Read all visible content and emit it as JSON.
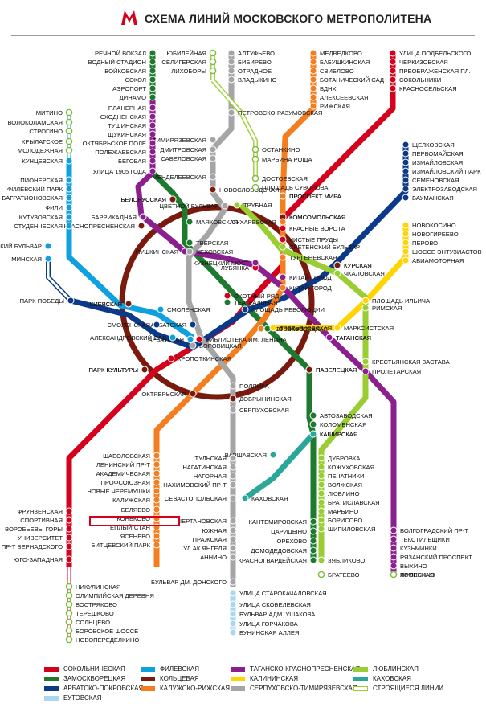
{
  "title": "СХЕМА ЛИНИЙ МОСКОВСКОГО МЕТРОПОЛИТЕНА",
  "lines": [
    {
      "name": "СОКОЛЬНИЧЕСКАЯ",
      "color": "#d5001c"
    },
    {
      "name": "ЗАМОСКВОРЕЦКАЯ",
      "color": "#1d7a2e"
    },
    {
      "name": "АРБАТСКО-ПОКРОВСКАЯ",
      "color": "#0b3a8a"
    },
    {
      "name": "ФИЛЕВСКАЯ",
      "color": "#0fa1de"
    },
    {
      "name": "КОЛЬЦЕВАЯ",
      "color": "#7a1a0e"
    },
    {
      "name": "КАЛУЖСКО-РИЖСКАЯ",
      "color": "#f47d1f"
    },
    {
      "name": "ТАГАНСКО-КРАСНОПРЕСНЕНСКАЯ",
      "color": "#8b1f8e"
    },
    {
      "name": "КАЛИНИНСКАЯ",
      "color": "#ffd400"
    },
    {
      "name": "СЕРПУХОВСКО-ТИМИРЯЗЕВСКАЯ",
      "color": "#a5a5a8"
    },
    {
      "name": "ЛЮБЛИНСКАЯ",
      "color": "#9acd32"
    },
    {
      "name": "КАХОВСКАЯ",
      "color": "#2ba79a"
    },
    {
      "name": "СТРОЯЩИЕСЯ ЛИНИИ",
      "color": "#ffffff"
    },
    {
      "name": "БУТОВСКАЯ",
      "color": "#a8d8ef"
    }
  ],
  "stations": {
    "sok": [
      "УЛИЦА ПОДБЕЛЬСКОГО",
      "ЧЕРКИЗОВСКАЯ",
      "ПРЕОБРАЖЕНСКАЯ ПЛ.",
      "СОКОЛЬНИКИ",
      "КРАСНОСЕЛЬСКАЯ",
      "КОМСОМОЛЬСКАЯ",
      "КРАСНЫЕ ВОРОТА",
      "ЧИСТЫЕ ПРУДЫ",
      "ЛУБЯНКА",
      "ОХОТНЫЙ РЯД",
      "БИБЛИОТЕКА ИМ. ЛЕНИНА",
      "КРОПОТКИНСКАЯ",
      "ПАРК КУЛЬТУРЫ",
      "ФРУНЗЕНСКАЯ",
      "СПОРТИВНАЯ",
      "ВОРОБЬЕВЫ ГОРЫ",
      "УНИВЕРСИТЕТ",
      "ПР-Т ВЕРНАДСКОГО",
      "ЮГО-ЗАПАДНАЯ"
    ],
    "zam": [
      "РЕЧНОЙ ВОКЗАЛ",
      "ВОДНЫЙ СТАДИОН",
      "ВОЙКОВСКАЯ",
      "СОКОЛ",
      "АЭРОПОРТ",
      "ДИНАМО",
      "БЕЛОРУССКАЯ",
      "МАЯКОВСКАЯ",
      "ТВЕРСКАЯ",
      "ТЕАТРАЛЬНАЯ",
      "НОВОКУЗНЕЦКАЯ",
      "ПАВЕЛЕЦКАЯ",
      "АВТОЗАВОДСКАЯ",
      "КОЛОМЕНСКАЯ",
      "КАШИРСКАЯ",
      "КАНТЕМИРОВСКАЯ",
      "ЦАРИЦЫНО",
      "ОРЕХОВО",
      "ДОМОДЕДОВСКАЯ",
      "КРАСНОГВАРДЕЙСКАЯ"
    ],
    "arb": [
      "ЩЕЛКОВСКАЯ",
      "ПЕРВОМАЙСКАЯ",
      "ИЗМАЙЛОВСКАЯ",
      "ИЗМАЙЛОВСКИЙ ПАРК",
      "СЕМЕНОВСКАЯ",
      "ЭЛЕКТРОЗАВОДСКАЯ",
      "БАУМАНСКАЯ",
      "КУРСКАЯ",
      "ПЛОЩАДЬ РЕВОЛЮЦИИ",
      "АРБАТСКАЯ",
      "СМОЛЕНСКАЯ",
      "КИЕВСКАЯ",
      "ПАРК ПОБЕДЫ"
    ],
    "fil": [
      "КУНЦЕВСКАЯ",
      "ПИОНЕРСКАЯ",
      "ФИЛЕВСКИЙ ПАРК",
      "БАГРАТИОНОВСКАЯ",
      "ФИЛИ",
      "КУТУЗОВСКАЯ",
      "СТУДЕНЧЕСКАЯ",
      "СМОЛЕНСКАЯ",
      "АРБАТСКАЯ",
      "АЛЕКСАНДРОВСКИЙ САД",
      "МИНСКАЯ",
      "СЛАВЯНСКИЙ БУЛЬВАР"
    ],
    "kol": [
      "НОВОСЛОБОДСКАЯ",
      "ПРОСПЕКТ МИРА",
      "КОМСОМОЛЬСКАЯ",
      "КУРСКАЯ",
      "ТАГАНСКАЯ",
      "ПАВЕЛЕЦКАЯ",
      "ДОБРЫНИНСКАЯ",
      "ОКТЯБРЬСКАЯ",
      "ПАРК КУЛЬТУРЫ",
      "КИЕВСКАЯ",
      "КРАСНОПРЕСНЕНСКАЯ",
      "БЕЛОРУССКАЯ"
    ],
    "kal": [
      "МЕДВЕДКОВО",
      "БАБУШКИНСКАЯ",
      "СВИБЛОВО",
      "БОТАНИЧЕСКИЙ САД",
      "ВДНХ",
      "АЛЕКСЕЕВСКАЯ",
      "РИЖСКАЯ",
      "ПРОСПЕКТ МИРА",
      "СУХАРЕВСКАЯ",
      "ТУРГЕНЕВСКАЯ",
      "КИТАЙ-ГОРОД",
      "ТРЕТЬЯКОВСКАЯ",
      "ШАБОЛОВСКАЯ",
      "ЛЕНИНСКИЙ ПР-Т",
      "АКАДЕМИЧЕСКАЯ",
      "ПРОФСОЮЗНАЯ",
      "НОВЫЕ ЧЕРЕМУШКИ",
      "КАЛУЖСКАЯ",
      "БЕЛЯЕВО",
      "КОНЬКОВО",
      "ТЕПЛЫЙ СТАН",
      "ЯСЕНЕВО",
      "БИТЦЕВСКИЙ ПАРК"
    ],
    "tag": [
      "ПЛАНЕРНАЯ",
      "СХОДНЕНСКАЯ",
      "ТУШИНСКАЯ",
      "ЩУКИНСКАЯ",
      "ОКТЯБРЬСКОЕ ПОЛЕ",
      "ПОЛЕЖАЕВСКАЯ",
      "БЕГОВАЯ",
      "УЛИЦА 1905 ГОДА",
      "БАРРИКАДНАЯ",
      "ПУШКИНСКАЯ",
      "КУЗНЕЦКИЙ МОСТ",
      "КИТАЙ-ГОРОД",
      "ТАГАНСКАЯ",
      "ПРОЛЕТАРСКАЯ",
      "ВОЛГОГРАДСКИЙ ПР-Т",
      "ТЕКСТИЛЬЩИКИ",
      "КУЗЬМИНКИ",
      "РЯЗАНСКИЙ ПРОСПЕКТ",
      "ВЫХИНО",
      "ЖУЛЕБИНО"
    ],
    "kin": [
      "НОВОКОСИНО",
      "НОВОГИРЕЕВО",
      "ПЕРОВО",
      "ШОССЕ ЭНТУЗИАСТОВ",
      "АВИАМОТОРНАЯ",
      "ПЛОЩАДЬ ИЛЬИЧА",
      "МАРКСИСТСКАЯ",
      "ТРЕТЬЯКОВСКАЯ"
    ],
    "ser": [
      "АЛТУФЬЕВО",
      "БИБИРЕВО",
      "ОТРАДНОЕ",
      "ВЛАДЫКИНО",
      "ПЕТРОВСКО-РАЗУМОВСКАЯ",
      "ТИМИРЯЗЕВСКАЯ",
      "ДМИТРОВСКАЯ",
      "САВЕЛОВСКАЯ",
      "МЕНДЕЛЕЕВСКАЯ",
      "ЦВЕТНОЙ БУЛЬВАР",
      "ЧЕХОВСКАЯ",
      "БОРОВИЦКАЯ",
      "ПОЛЯНКА",
      "СЕРПУХОВСКАЯ",
      "ТУЛЬСКАЯ",
      "НАГАТИНСКАЯ",
      "НАГОРНАЯ",
      "НАХИМОВСКИЙ ПР-Т",
      "СЕВАСТОПОЛЬСКАЯ",
      "ЧЕРТАНОВСКАЯ",
      "ЮЖНАЯ",
      "ПРАЖСКАЯ",
      "УЛ.АК.ЯНГЕЛЯ",
      "АННИНО",
      "БУЛЬВАР ДМ. ДОНСКОГО"
    ],
    "lub": [
      "ТРУБНАЯ",
      "СРЕТЕНСКИЙ БУЛЬВАР",
      "ЧКАЛОВСКАЯ",
      "РИМСКАЯ",
      "КРЕСТЬЯНСКАЯ ЗАСТАВА",
      "ДУБРОВКА",
      "КОЖУХОВСКАЯ",
      "ПЕЧАТНИКИ",
      "ВОЛЖСКАЯ",
      "ЛЮБЛИНО",
      "БРАТИСЛАВСКАЯ",
      "МАРЬИНО",
      "БОРИСОВО",
      "ШИПИЛОВСКАЯ",
      "ЗЯБЛИКОВО"
    ],
    "kah": [
      "КАШИРСКАЯ",
      "ВАРШАВСКАЯ",
      "КАХОВСКАЯ"
    ],
    "but": [
      "УЛИЦА СТАРОКАЧАЛОВСКАЯ",
      "УЛИЦА СКОБЕЛЕВСКАЯ",
      "БУЛЬВАР АДМ. УШАКОВА",
      "УЛИЦА ГОРЧАКОВА",
      "БУНИНСКАЯ АЛЛЕЯ"
    ],
    "con": [
      "МИТИНО",
      "ВОЛОКОЛАМСКАЯ",
      "СТРОГИНО",
      "КРЫЛАТСКОЕ",
      "МОЛОДЕЖНАЯ",
      "ЮБИЛЕЙНАЯ",
      "СЕЛИГЕРСКАЯ",
      "ЛИХОБОРЫ",
      "ОСТАНКИНО",
      "МАРЬИНА РОЩА",
      "ДОСТОЕВСКАЯ",
      "ПЛОЩАДЬ СУВОРОВА",
      "НИКУЛИНСКАЯ",
      "ОЛИМПИЙСКАЯ ДЕРЕВНЯ",
      "ВОСТРЯКОВО",
      "ТЕРЕШКОВО",
      "СОЛНЦЕВО",
      "БОРОВСКОЕ ШОССЕ",
      "НОВОПЕРЕДЕЛКИНО",
      "БРАТЕЕВО",
      "ПРОНСКАЯ"
    ]
  },
  "highlight": "КАЛУЖСКАЯ"
}
